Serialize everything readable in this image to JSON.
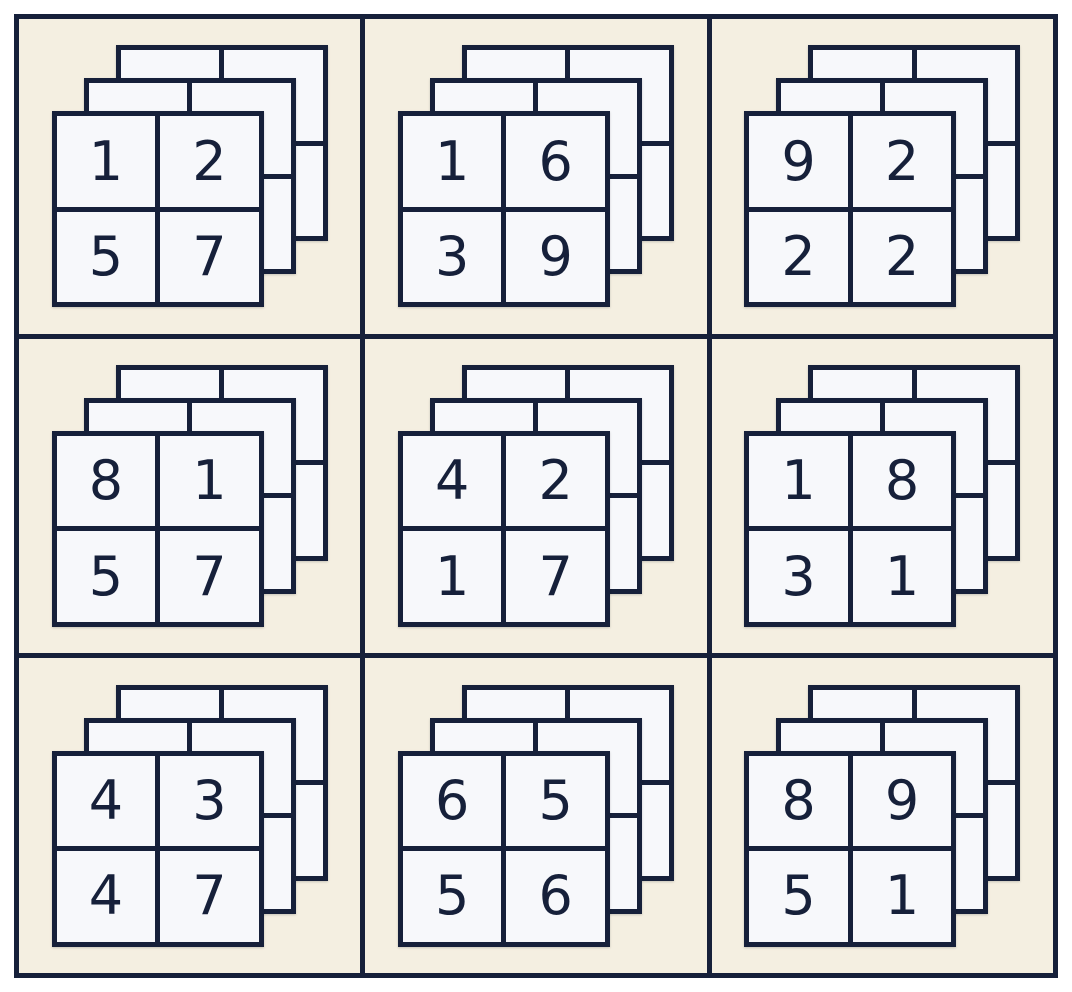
{
  "figure": {
    "kind": "stacked-2x2-grid-matrix",
    "rows": 3,
    "columns": 3,
    "layers_per_stack": 3,
    "colors": {
      "page_background": "#ffffff",
      "panel_background": "#f4efe1",
      "line": "#16203a",
      "tile_fill": "#f7f8fb",
      "digit": "#16203a"
    }
  },
  "cells": [
    {
      "position": "row1-col1",
      "digits": [
        "1",
        "2",
        "5",
        "7"
      ],
      "top_left": "1",
      "top_right": "2",
      "bottom_left": "5",
      "bottom_right": "7"
    },
    {
      "position": "row1-col2",
      "digits": [
        "1",
        "6",
        "3",
        "9"
      ],
      "top_left": "1",
      "top_right": "6",
      "bottom_left": "3",
      "bottom_right": "9"
    },
    {
      "position": "row1-col3",
      "digits": [
        "9",
        "2",
        "2",
        "2"
      ],
      "top_left": "9",
      "top_right": "2",
      "bottom_left": "2",
      "bottom_right": "2"
    },
    {
      "position": "row2-col1",
      "digits": [
        "8",
        "1",
        "5",
        "7"
      ],
      "top_left": "8",
      "top_right": "1",
      "bottom_left": "5",
      "bottom_right": "7"
    },
    {
      "position": "row2-col2",
      "digits": [
        "4",
        "2",
        "1",
        "7"
      ],
      "top_left": "4",
      "top_right": "2",
      "bottom_left": "1",
      "bottom_right": "7"
    },
    {
      "position": "row2-col3",
      "digits": [
        "1",
        "8",
        "3",
        "1"
      ],
      "top_left": "1",
      "top_right": "8",
      "bottom_left": "3",
      "bottom_right": "1"
    },
    {
      "position": "row3-col1",
      "digits": [
        "4",
        "3",
        "4",
        "7"
      ],
      "top_left": "4",
      "top_right": "3",
      "bottom_left": "4",
      "bottom_right": "7"
    },
    {
      "position": "row3-col2",
      "digits": [
        "6",
        "5",
        "5",
        "6"
      ],
      "top_left": "6",
      "top_right": "5",
      "bottom_left": "5",
      "bottom_right": "6"
    },
    {
      "position": "row3-col3",
      "digits": [
        "8",
        "9",
        "5",
        "1"
      ],
      "top_left": "8",
      "top_right": "9",
      "bottom_left": "5",
      "bottom_right": "1"
    }
  ]
}
